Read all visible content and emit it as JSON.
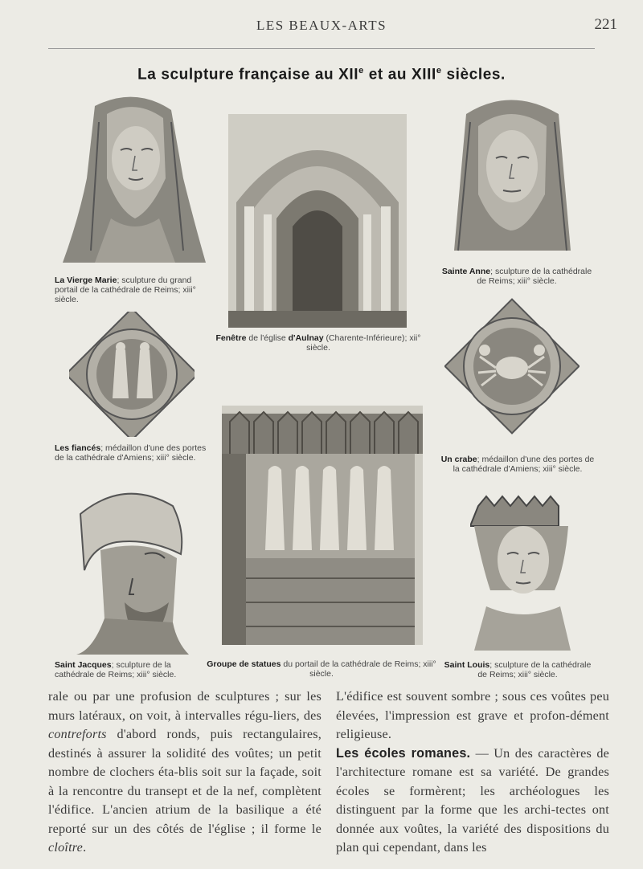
{
  "header": {
    "running_title": "LES BEAUX-ARTS",
    "page_number": "221"
  },
  "title": {
    "prefix": "La sculpture française au XII",
    "sup1": "e",
    "middle": " et au XIII",
    "sup2": "e",
    "suffix": " siècles."
  },
  "figures": {
    "vierge": {
      "name": "La Vierge Marie",
      "caption": "; sculpture du grand portail de la cathédrale de Reims; xiii° siècle."
    },
    "fenetre": {
      "name_prefix": "Fenêtre",
      "text1": " de l'église ",
      "name2": "d'Aulnay",
      "caption": " (Charente-Inférieure); xii° siècle."
    },
    "anne": {
      "name": "Sainte Anne",
      "caption": "; sculpture de la cathédrale de Reims; xiii° siècle."
    },
    "fiances": {
      "name": "Les fiancés",
      "caption": "; médaillon d'une des portes de la cathédrale d'Amiens; xiii° siècle."
    },
    "crabe": {
      "name": "Un crabe",
      "caption": "; médaillon d'une des portes de la cathédrale d'Amiens; xiii° siècle."
    },
    "jacques": {
      "name": "Saint Jacques",
      "caption": "; sculpture de la cathédrale de Reims; xiii° siècle."
    },
    "groupe": {
      "name": "Groupe de statues",
      "caption": " du portail de la cathédrale de Reims; xiii° siècle."
    },
    "louis": {
      "name": "Saint Louis",
      "caption": "; sculpture de la cathédrale de Reims; xiii° siècle."
    }
  },
  "body": {
    "left_1": "rale ou par une profusion de sculptures ; sur les murs latéraux, on voit, à intervalles régu-liers, des ",
    "left_italic": "contreforts",
    "left_2": " d'abord ronds, puis rectangulaires, destinés à assurer la solidité des voûtes; un petit nombre de clochers éta-blis soit sur la façade, soit à la rencontre du transept et de la nef, complètent l'édifice. L'ancien atrium de la basilique a été reporté sur un des côtés de l'église ; il forme le ",
    "left_italic2": "cloître",
    "left_end": ".",
    "right_1": "L'édifice est souvent sombre ; sous ces voûtes peu élevées, l'impression est grave et profon-dément religieuse.",
    "right_heading": "Les écoles romanes.",
    "right_2": " — Un des caractères de l'architecture romane est sa variété. De grandes écoles se formèrent; les archéologues les distinguent par la forme que les archi-tectes ont donnée aux voûtes, la variété des dispositions du plan qui cependant, dans les"
  }
}
